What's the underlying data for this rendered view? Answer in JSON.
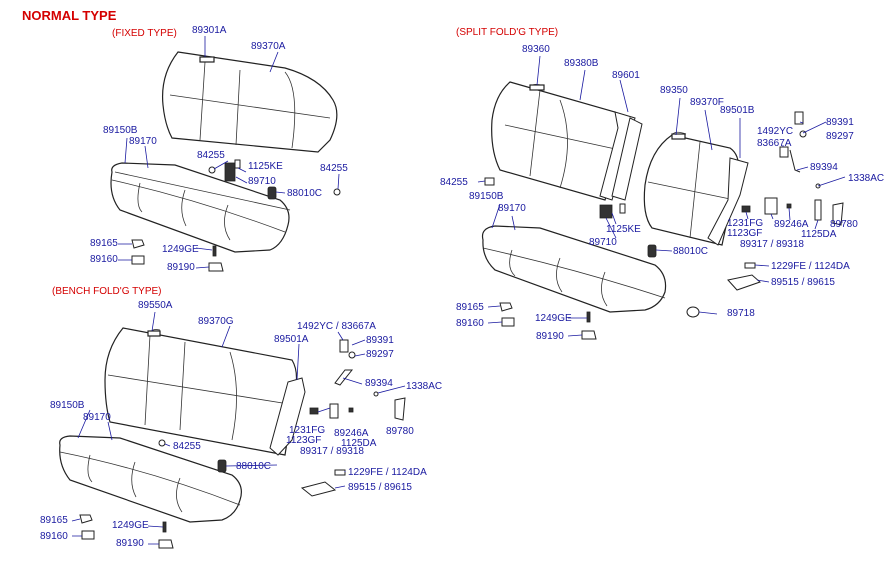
{
  "titles": {
    "main": "NORMAL TYPE",
    "fixed": "(FIXED TYPE)",
    "split": "(SPLIT FOLD'G TYPE)",
    "bench": "(BENCH FOLD'G TYPE)"
  },
  "fixed": {
    "p89301A": "89301A",
    "p89370A": "89370A",
    "p89150B": "89150B",
    "p89170": "89170",
    "p84255a": "84255",
    "p1125KE": "1125KE",
    "p84255b": "84255",
    "p89710": "89710",
    "p88010C": "88010C",
    "p89165": "89165",
    "p1249GE": "1249GE",
    "p89160": "89160",
    "p89190": "89190"
  },
  "bench": {
    "p89550A": "89550A",
    "p89370G": "89370G",
    "p1492YC": "1492YC / 83667A",
    "p89501A": "89501A",
    "p89391": "89391",
    "p89297": "89297",
    "p89394": "89394",
    "p1338AC": "1338AC",
    "p89150B": "89150B",
    "p89170": "89170",
    "p84255": "84255",
    "p1231FG": "1231FG",
    "p1123GF": "1123GF",
    "p89246A": "89246A",
    "p1125DA": "1125DA",
    "p89780": "89780",
    "p89317": "89317 / 89318",
    "p88010C": "88010C",
    "p1229FE": "1229FE / 1124DA",
    "p89515": "89515 / 89615",
    "p89165": "89165",
    "p1249GE": "1249GE",
    "p89160": "89160",
    "p89190": "89190"
  },
  "split": {
    "p89360": "89360",
    "p89380B": "89380B",
    "p89601": "89601",
    "p89350": "89350",
    "p89370F": "89370F",
    "p89501B": "89501B",
    "p1492YC": "1492YC",
    "p83667A": "83667A",
    "p89391": "89391",
    "p89297": "89297",
    "p89394": "89394",
    "p1338AC": "1338AC",
    "p84255": "84255",
    "p89150B": "89150B",
    "p89170": "89170",
    "p1125KE": "1125KE",
    "p89710": "89710",
    "p88010C": "88010C",
    "p1231FG": "1231FG",
    "p1123GF": "1123GF",
    "p89246A": "89246A",
    "p1125DA": "1125DA",
    "p89780": "89780",
    "p89317": "89317 / 89318",
    "p1229FE": "1229FE / 1124DA",
    "p89515": "89515 / 89615",
    "p89165": "89165",
    "p1249GE": "1249GE",
    "p89160": "89160",
    "p89190": "89190",
    "p89718": "89718"
  }
}
